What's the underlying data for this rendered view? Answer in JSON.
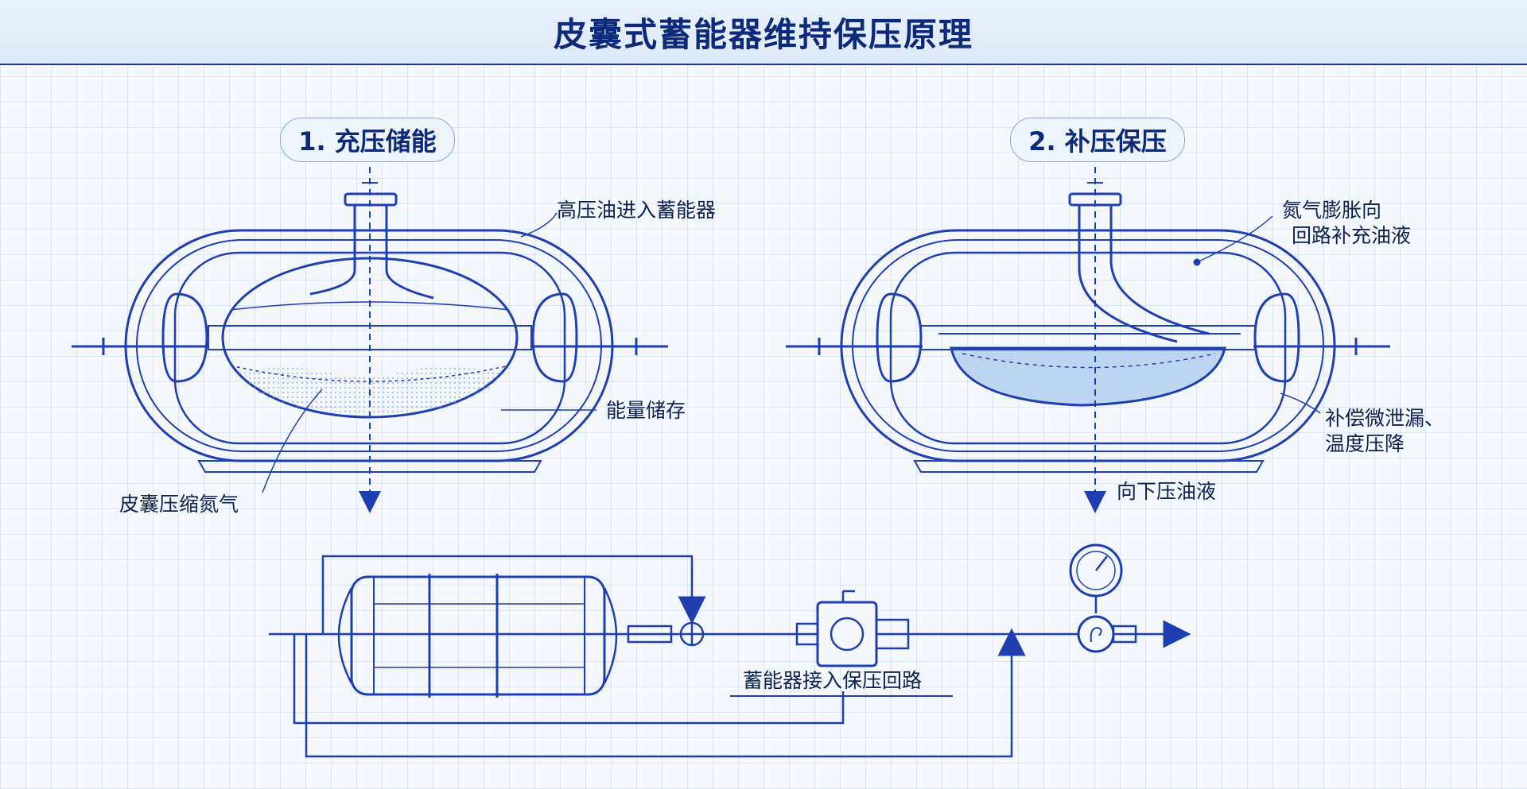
{
  "title": "皮囊式蓄能器维持保压原理",
  "panel1": {
    "heading": "1. 充压储能",
    "label_oil_in": "高压油进入蓄能器",
    "label_energy": "能量储存",
    "label_compress": "皮囊压缩氮气"
  },
  "panel2": {
    "heading": "2. 补压保压",
    "label_expand_line1": "氮气膨胀向",
    "label_expand_line2": "回路补充油液",
    "label_comp_line1": "补偿微泄漏、",
    "label_comp_line2": "温度压降",
    "label_press_down": "向下压油液"
  },
  "circuit": {
    "label": "蓄能器接入保压回路"
  },
  "colors": {
    "line": "#1f3fb0",
    "title": "#0d2a7a",
    "fluid": "#bcd6f2"
  }
}
